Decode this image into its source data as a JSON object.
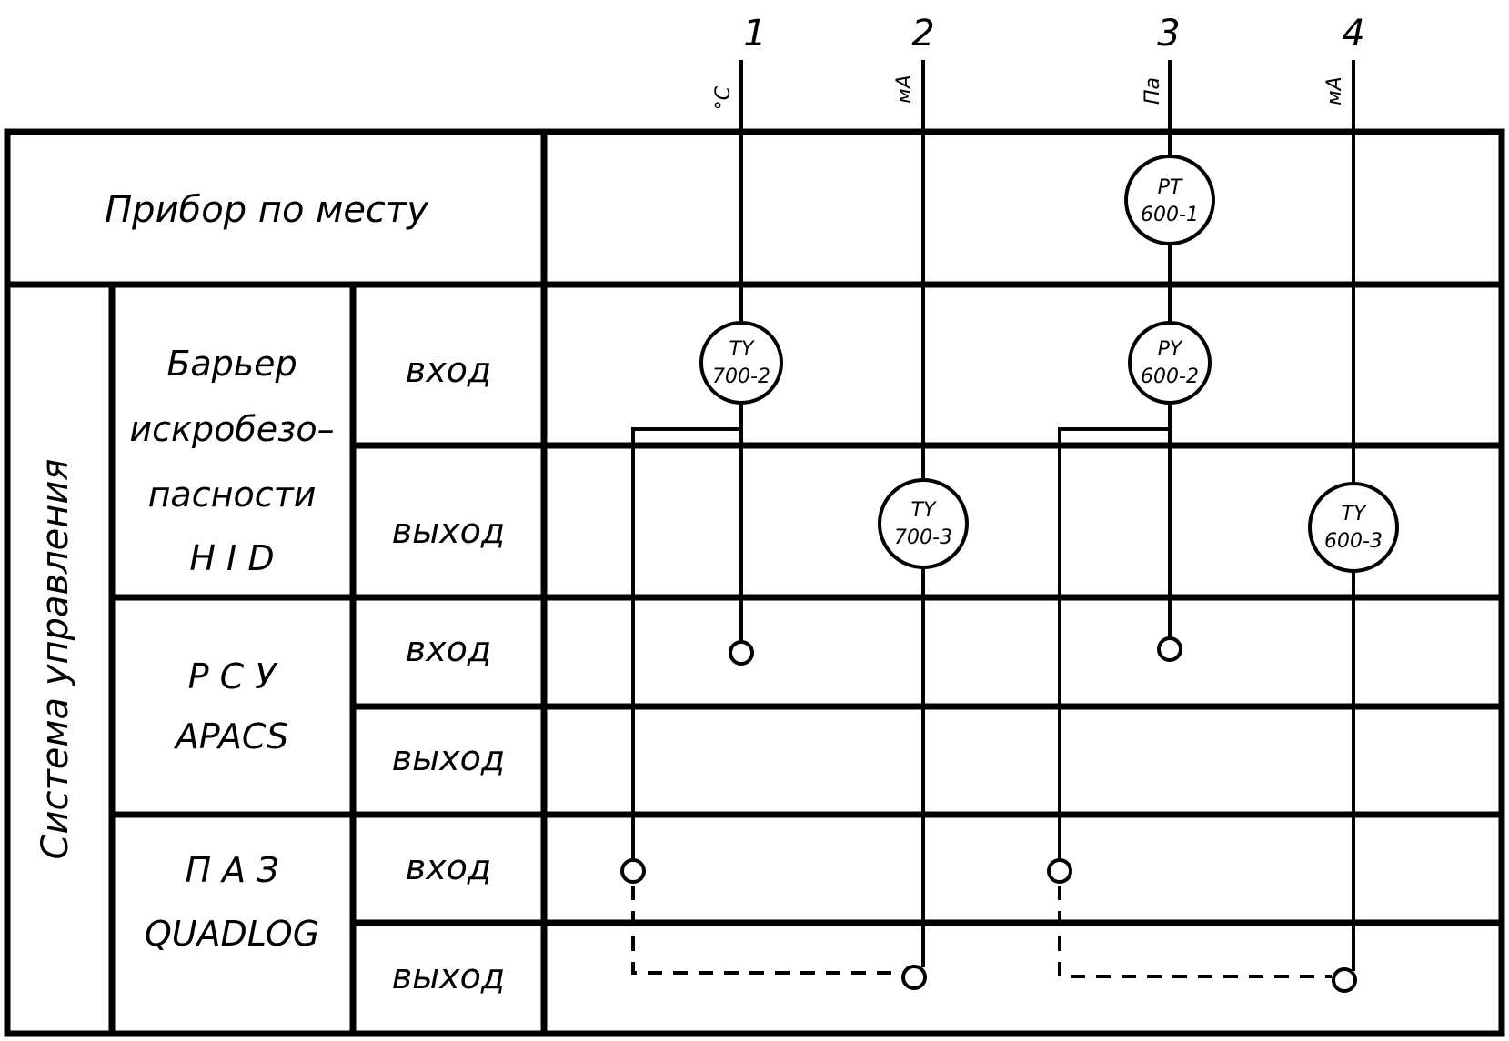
{
  "lines": [
    {
      "number": "1",
      "unit": "°C"
    },
    {
      "number": "2",
      "unit": "мА"
    },
    {
      "number": "3",
      "unit": "Па"
    },
    {
      "number": "4",
      "unit": "мА"
    }
  ],
  "rows": {
    "field": "Прибор по месту",
    "control_system": "Система управления",
    "barrier": [
      "Барьер",
      "искробезо–",
      "пасности",
      "H I D"
    ],
    "dcs": [
      "Р С У",
      "APACS"
    ],
    "esd": [
      "П А З",
      "QUADLOG"
    ],
    "input": "вход",
    "output": "выход"
  },
  "instruments": [
    {
      "line": "3",
      "tag": [
        "PT",
        "600-1"
      ]
    },
    {
      "line": "1",
      "tag": [
        "TY",
        "700-2"
      ]
    },
    {
      "line": "3",
      "tag": [
        "PY",
        "600-2"
      ]
    },
    {
      "line": "2",
      "tag": [
        "TY",
        "700-3"
      ]
    },
    {
      "line": "4",
      "tag": [
        "TY",
        "600-3"
      ]
    }
  ]
}
